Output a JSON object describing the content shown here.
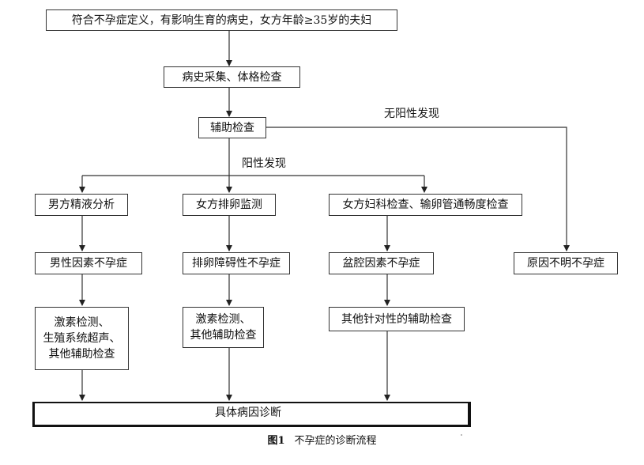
{
  "nodes": {
    "start": "符合不孕症定义，有影响生育的病史，女方年龄≥35岁的夫妇",
    "history": "病史采集、体格检查",
    "aux": "辅助检查",
    "male_semen": "男方精液分析",
    "female_ovulation": "女方排卵监测",
    "female_gyn": "女方妇科检查、输卵管通畅度检查",
    "male_factor": "男性因素不孕症",
    "ovulatory": "排卵障碍性不孕症",
    "pelvic": "盆腔因素不孕症",
    "unexplained": "原因不明不孕症",
    "tests_male": [
      "激素检测、",
      "生殖系统超声、",
      "其他辅助检查"
    ],
    "tests_ovulation": [
      "激素检测、",
      "其他辅助检查"
    ],
    "tests_pelvic": "其他针对性的辅助检查",
    "final": "具体病因诊断"
  },
  "edge_labels": {
    "negative": "无阳性发现",
    "positive": "阳性发现"
  },
  "caption": {
    "figure": "图1",
    "title": "不孕症的诊断流程"
  }
}
